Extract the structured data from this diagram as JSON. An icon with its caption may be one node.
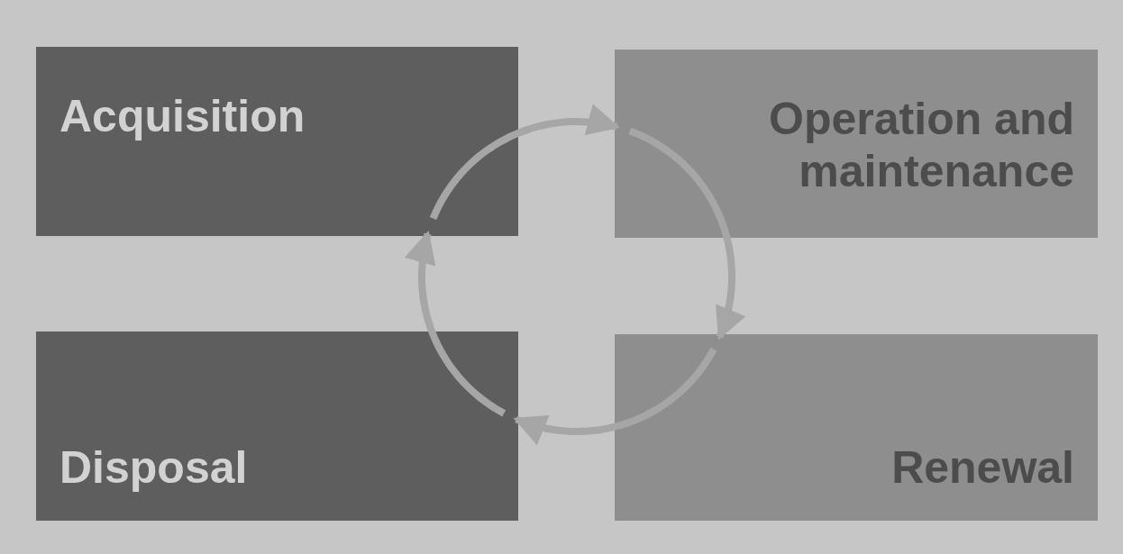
{
  "diagram": {
    "nodes": [
      {
        "text": [
          "Acquisition"
        ]
      },
      {
        "text": [
          "Operation and maintenance"
        ]
      },
      {
        "text": [
          "Disposal"
        ]
      },
      {
        "text": [
          "Renewal"
        ]
      }
    ],
    "edges": [
      {
        "from": 0,
        "to": 1,
        "arrow": "to"
      },
      {
        "from": 1,
        "to": 3,
        "arrow": "to"
      },
      {
        "from": 3,
        "to": 2,
        "arrow": "to"
      },
      {
        "from": 2,
        "to": 0,
        "arrow": "to"
      }
    ]
  }
}
